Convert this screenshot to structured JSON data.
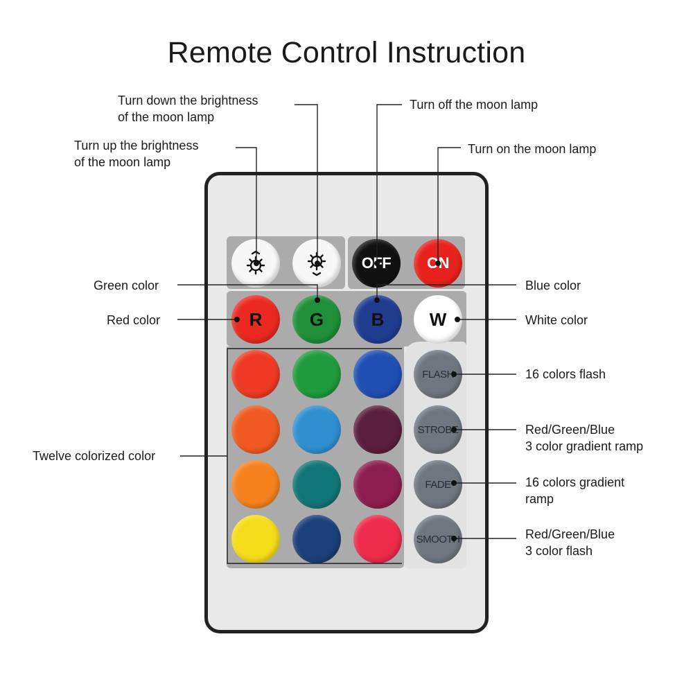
{
  "title": "Remote Control Instruction",
  "labels": {
    "brightness_down": [
      "Turn down the brightness",
      "of the moon lamp"
    ],
    "brightness_up": [
      "Turn up the brightness",
      "of the moon lamp"
    ],
    "off": "Turn off the moon lamp",
    "on": "Turn on the moon lamp",
    "green": "Green color",
    "red": "Red color",
    "blue": "Blue color",
    "white": "White color",
    "twelve": "Twelve colorized color",
    "flash": "16 colors flash",
    "strobe": [
      "Red/Green/Blue",
      "3 color gradient ramp"
    ],
    "fade": [
      "16 colors gradient",
      "ramp"
    ],
    "smooth": [
      "Red/Green/Blue",
      "3 color flash"
    ]
  },
  "buttons": {
    "brightness_up": {
      "icon": "brightness-up-icon"
    },
    "brightness_down": {
      "icon": "brightness-down-icon"
    },
    "off": {
      "text": "OFF",
      "color": "#111111"
    },
    "on": {
      "text": "ON",
      "color": "#e8221c"
    },
    "r": {
      "text": "R",
      "color": "#ea2a22"
    },
    "g": {
      "text": "G",
      "color": "#1f8f3a"
    },
    "b": {
      "text": "B",
      "color": "#1f3d8f"
    },
    "w": {
      "text": "W",
      "color": "#ffffff"
    },
    "flash": {
      "text": "FLASH"
    },
    "strobe": {
      "text": "STROBE"
    },
    "fade": {
      "text": "FADE"
    },
    "smooth": {
      "text": "SMOOTH"
    }
  },
  "color_grid": [
    [
      "#ee3a22",
      "#1f9a3c",
      "#1f4fb3"
    ],
    [
      "#f05a22",
      "#2f8fd0",
      "#5a1f3d"
    ],
    [
      "#f5821f",
      "#127575",
      "#8c1f4f"
    ],
    [
      "#f5dc1a",
      "#1b3f78",
      "#ec2c4a"
    ]
  ]
}
